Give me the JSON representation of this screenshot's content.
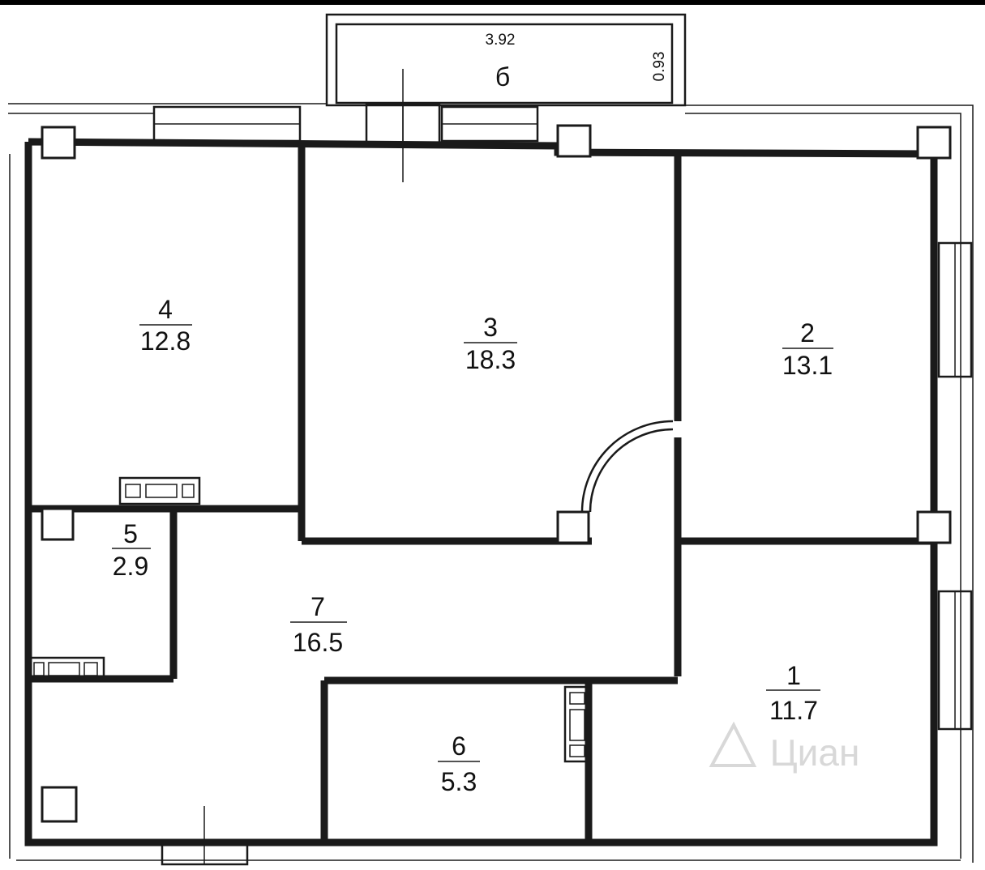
{
  "rooms": [
    {
      "id": "1",
      "area": "11.7"
    },
    {
      "id": "2",
      "area": "13.1"
    },
    {
      "id": "3",
      "area": "18.3"
    },
    {
      "id": "4",
      "area": "12.8"
    },
    {
      "id": "5",
      "area": "2.9"
    },
    {
      "id": "6",
      "area": "5.3"
    },
    {
      "id": "7",
      "area": "16.5"
    }
  ],
  "balcony": {
    "id": "б",
    "width": "3.92",
    "depth": "0.93"
  },
  "watermark": "Циан",
  "colors": {
    "line": "#1a1a1a",
    "background": "#ffffff",
    "watermark": "#d4d4d4"
  }
}
